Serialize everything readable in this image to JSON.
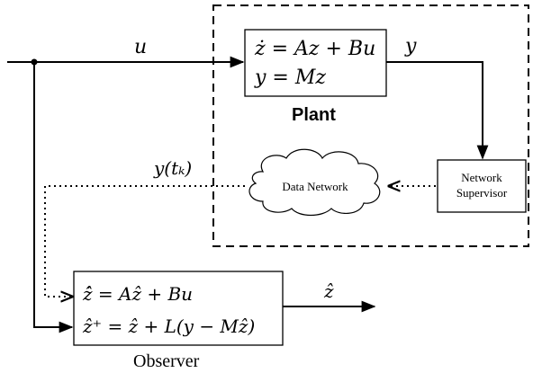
{
  "signals": {
    "u": "u",
    "y": "y",
    "y_tk": "y(tₖ)",
    "z_hat": "ẑ"
  },
  "plant": {
    "eq1": "ż = Az + Bu",
    "eq2": "y = Mz",
    "label": "Plant"
  },
  "network": {
    "cloud_label": "Data Network",
    "supervisor_line1": "Network",
    "supervisor_line2": "Supervisor"
  },
  "observer": {
    "eq1": "ẑ̇ = Aẑ + Bu",
    "eq2": "ẑ⁺ = ẑ + L(y − Mẑ)",
    "label": "Observer"
  }
}
